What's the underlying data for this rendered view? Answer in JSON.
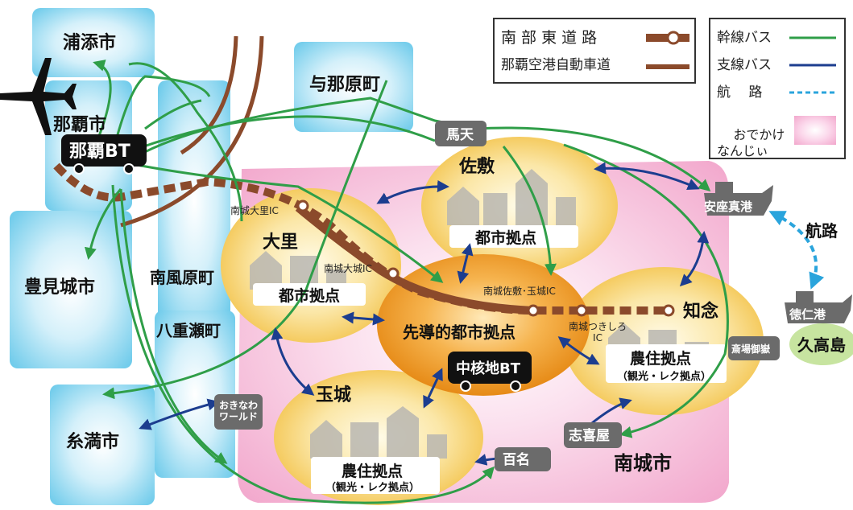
{
  "municipalities": {
    "urasoe": "浦添市",
    "naha": "那覇市",
    "yonabaru": "与那原町",
    "tomigusuku": "豊見城市",
    "haebaru": "南風原町",
    "yaese": "八重瀬町",
    "itoman": "糸満市",
    "nanjo": "南城市",
    "kudaka": "久高島"
  },
  "terminals": {
    "naha_bt": "那覇BT",
    "chukaku_bt": "中核地BT"
  },
  "hubs": {
    "leading_hub": "先導的都市拠点",
    "city_hub": "都市拠点",
    "agri_hub": "農住拠点",
    "agri_hub_sub": "（観光・レク拠点）"
  },
  "districts": {
    "sashiki": "佐敷",
    "ozato": "大里",
    "tamagusuku": "玉城",
    "chinen": "知念"
  },
  "stops": {
    "baten": "馬天",
    "azama": "安座真港",
    "tokujin": "徳仁港",
    "sefa": "斎場御嶽",
    "shikiya": "志喜屋",
    "hyakuna": "百名",
    "okinawa_world": "おきなわ\nワールド"
  },
  "interchanges": {
    "ozato_ic": "南城大里IC",
    "ozato_oshiro_ic": "南城大城IC",
    "sashiki_ic": "南城佐敷･玉城IC",
    "tsukishiro_ic": "南城つきしろ\nIC"
  },
  "sea_route_label": "航路",
  "legend_roads": {
    "nanbu_road": "南 部 東 道 路",
    "airport_expressway": "那覇空港自動車道"
  },
  "legend_transit": {
    "trunk_bus": "幹線バス",
    "branch_bus": "支線バス",
    "sea_route": "航　 路",
    "odekake": "おでかけ\nなんじぃ"
  },
  "colors": {
    "municipality_fill": "#8fd6ee",
    "nanjo_area": "#f6c4de",
    "hub_yellow": "#f8d67a",
    "hub_orange": "#ee9b2c",
    "trunk_bus": "#2f9e48",
    "branch_bus": "#1c3d8f",
    "sea_route": "#2aa4dc",
    "expressway": "#8b4a2b",
    "terminal": "#111111",
    "stop_marker": "#6b6b6b"
  },
  "icons": [
    "airplane-icon",
    "bus-icon",
    "house-silhouette-icon",
    "ship-icon",
    "ic-marker-icon"
  ]
}
